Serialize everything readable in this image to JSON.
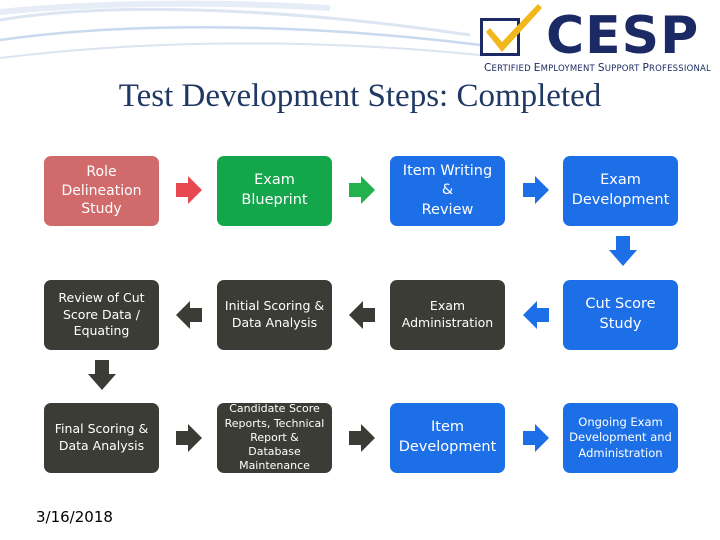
{
  "title": "Test Development Steps: Completed",
  "logo": {
    "word": "CESP",
    "tagline_parts": [
      "C",
      "ERTIFIED ",
      "E",
      "MPLOYMENT ",
      "S",
      "UPPORT ",
      "P",
      "ROFESSIONAL"
    ]
  },
  "steps": {
    "role_delineation": "Role\nDelineation\nStudy",
    "exam_blueprint": "Exam\nBlueprint",
    "item_writing": "Item Writing &\nReview",
    "exam_development": "Exam\nDevelopment",
    "review_cut_score": "Review of Cut\nScore Data /\nEquating",
    "initial_scoring": "Initial Scoring &\nData Analysis",
    "exam_administration": "Exam\nAdministration",
    "cut_score_study": "Cut Score\nStudy",
    "final_scoring": "Final Scoring &\nData Analysis",
    "candidate_reports": "Candidate Score\nReports, Technical\nReport & Database\nMaintenance",
    "item_development": "Item\nDevelopment",
    "ongoing_exam": "Ongoing Exam\nDevelopment and\nAdministration"
  },
  "colors": {
    "title": "#1f3864",
    "completed_dark": "#3c3c36",
    "role_red": "#d16a6a",
    "in_progress_green": "#13a64a",
    "future_blue": "#1d6fe8",
    "arrow_red": "#e8484f",
    "arrow_green": "#22b14c",
    "arrow_blue": "#1d6fe8",
    "arrow_dark": "#3c3c36",
    "logo_navy": "#1b2a64",
    "logo_gold": "#f0b81c"
  },
  "footer": {
    "date": "3/16/2018"
  }
}
